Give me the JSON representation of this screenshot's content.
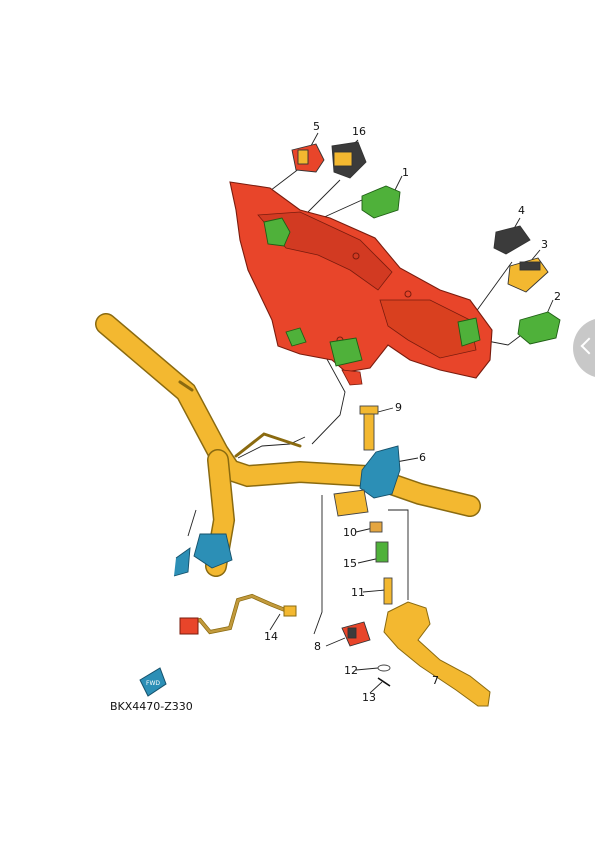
{
  "callouts": [
    "1",
    "2",
    "3",
    "4",
    "5",
    "6",
    "7",
    "8",
    "9",
    "10",
    "11",
    "12",
    "13",
    "14",
    "15",
    "16"
  ],
  "diagram_code": "BKX4470-Z330",
  "arrow_badge": "FWD",
  "colors": {
    "bracket": "#e8452a",
    "handlebar": "#f3b830",
    "switch_green": "#4fb13a",
    "holder_blue": "#2c8fb6",
    "dark_part": "#3b3b3b",
    "cable": "#c29a3c"
  }
}
